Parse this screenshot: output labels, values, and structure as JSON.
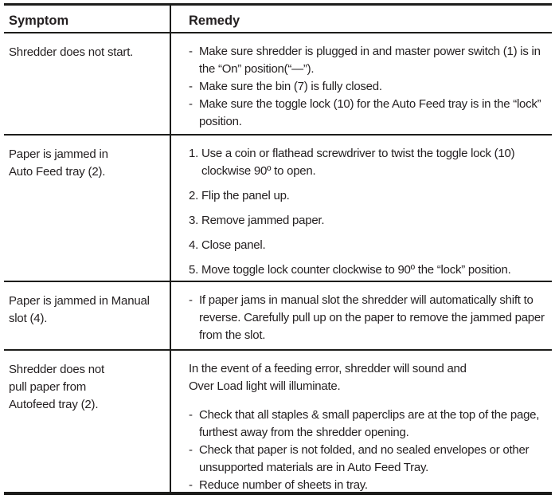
{
  "table": {
    "headers": {
      "symptom": "Symptom",
      "remedy": "Remedy"
    },
    "rows": [
      {
        "symptom": "Shredder does not start.",
        "remedy_items": [
          {
            "marker": "-",
            "text": "Make sure shredder is plugged in and master power switch (1) is in the “On” position(“—”)."
          },
          {
            "marker": "-",
            "text": "Make sure the bin (7) is fully closed."
          },
          {
            "marker": "-",
            "text": "Make sure the toggle lock (10) for the Auto Feed tray is in the “lock” position."
          }
        ]
      },
      {
        "symptom": "Paper is jammed in\nAuto Feed tray (2).",
        "spaced": true,
        "remedy_items": [
          {
            "marker": "1.",
            "text": "Use a coin or flathead screwdriver to twist the toggle lock (10) clockwise 90º to open."
          },
          {
            "marker": "2.",
            "text": "Flip the panel up."
          },
          {
            "marker": "3.",
            "text": "Remove jammed paper."
          },
          {
            "marker": "4.",
            "text": "Close panel."
          },
          {
            "marker": "5.",
            "text": "Move toggle lock counter clockwise to 90º the “lock” position."
          }
        ]
      },
      {
        "symptom": "Paper is jammed in Manual\nslot (4).",
        "remedy_items": [
          {
            "marker": "-",
            "text": "If paper jams in manual slot the shredder will automatically shift to reverse. Carefully pull up on the paper to remove the jammed paper from the slot."
          }
        ]
      },
      {
        "symptom": "Shredder does not\npull paper from\nAutofeed tray (2).",
        "remedy_intro": "In the event of a feeding error, shredder will sound and\nOver Load light will illuminate.",
        "remedy_items": [
          {
            "marker": "-",
            "text": "Check that all staples & small paperclips are at the top of the page, furthest away from the shredder opening."
          },
          {
            "marker": "-",
            "text": "Check that paper is not folded, and no sealed envelopes or other unsupported materials are in Auto Feed Tray."
          },
          {
            "marker": "-",
            "text": "Reduce number of sheets in tray."
          }
        ]
      }
    ]
  },
  "colors": {
    "text": "#231f20",
    "line": "#1d1d1b",
    "background": "#ffffff"
  }
}
